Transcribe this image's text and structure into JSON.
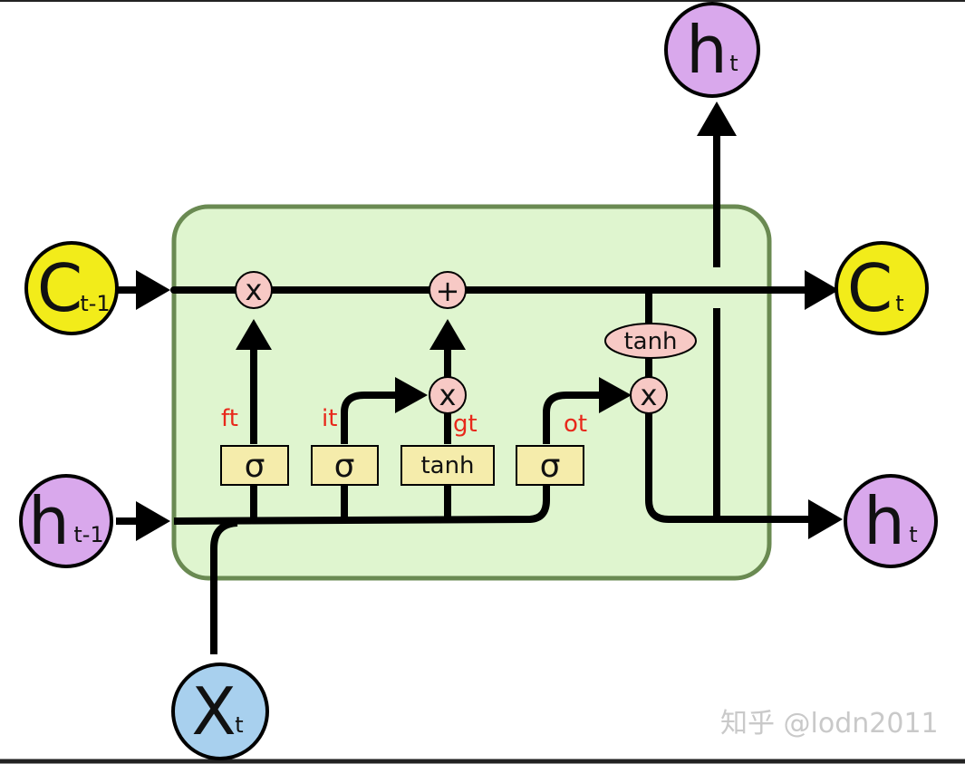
{
  "nodes": {
    "c_prev": {
      "main": "C",
      "sub": "t-1"
    },
    "c_next": {
      "main": "C",
      "sub": "t"
    },
    "h_prev": {
      "main": "h",
      "sub": "t-1"
    },
    "h_next": {
      "main": "h",
      "sub": "t"
    },
    "h_top": {
      "main": "h",
      "sub": "t"
    },
    "x_in": {
      "main": "X",
      "sub": "t"
    }
  },
  "operators": {
    "forget_mult": "x",
    "cell_add": "+",
    "input_mult": "x",
    "output_mult": "x"
  },
  "gates": {
    "forget": "σ",
    "input": "σ",
    "candidate": "tanh",
    "output": "σ",
    "cell_tanh": "tanh"
  },
  "gate_labels": {
    "ft": "ft",
    "it": "it",
    "gt": "gt",
    "ot": "ot"
  },
  "watermark": "知乎 @lodn2011",
  "colors": {
    "cell_fill": "#dff5cf",
    "cell_stroke": "#6a8a52",
    "yellow_node": "#f2ec1a",
    "purple_node": "#d9a8ec",
    "blue_node": "#a8d0ee",
    "op_fill": "#f7c9c5",
    "gate_fill": "#f5ecab",
    "label_red": "#e8281b"
  }
}
